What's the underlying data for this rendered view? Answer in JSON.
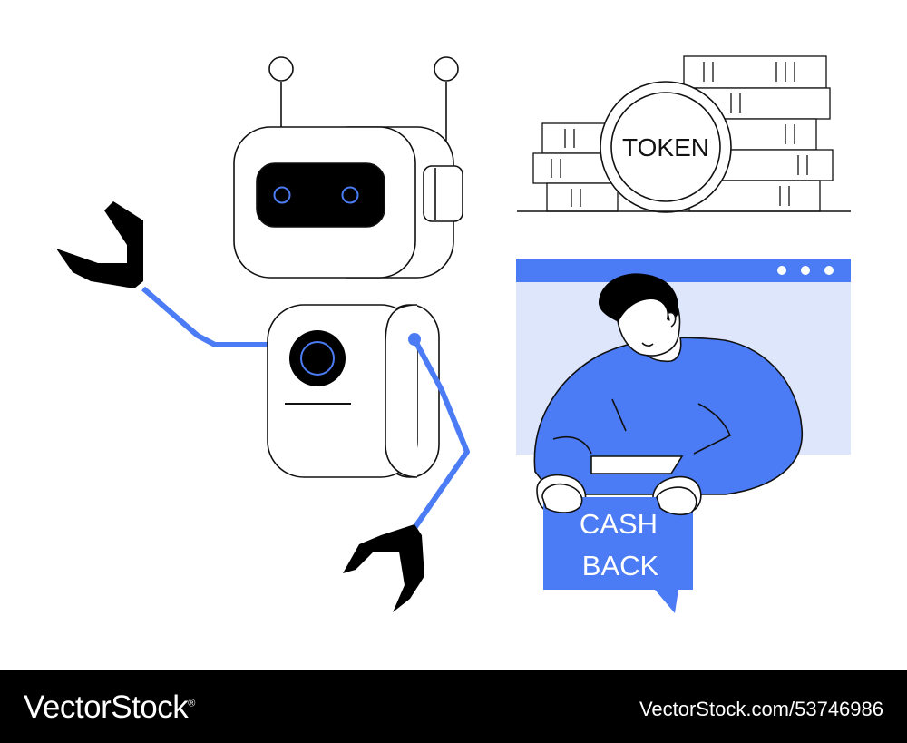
{
  "illustration": {
    "token_label": "TOKEN",
    "cashback_line1": "CASH",
    "cashback_line2": "BACK"
  },
  "colors": {
    "accent_blue": "#4b7bf5",
    "window_fill": "#dde6fb",
    "ink": "#111111",
    "bar_bg": "#000000"
  },
  "icons": [
    "robot-icon",
    "coin-stack-icon",
    "browser-window-icon",
    "person-icon",
    "speech-bubble-icon"
  ],
  "watermark": {
    "brand": "VectorStock",
    "brand_mark": "®",
    "stock_id": "VectorStock.com/53746986"
  }
}
